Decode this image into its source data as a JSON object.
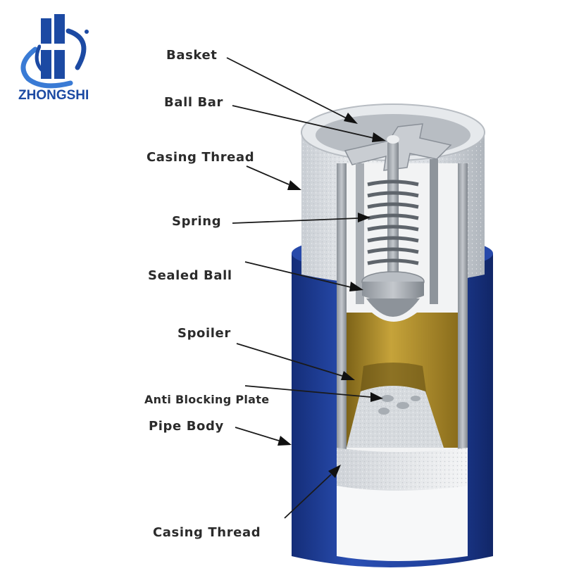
{
  "brand": {
    "name": "ZHONGSHI",
    "colors": {
      "primary": "#1c4aa3",
      "light": "#3a7bd5"
    }
  },
  "diagram": {
    "labels": {
      "basket": "Basket",
      "ball_bar": "Ball Bar",
      "casing_thread_top": "Casing Thread",
      "spring": "Spring",
      "sealed_ball": "Sealed Ball",
      "spoiler": "Spoiler",
      "anti_blocking_plate": "Anti Blocking Plate",
      "pipe_body": "Pipe Body",
      "casing_thread_bottom": "Casing Thread"
    },
    "colors": {
      "pipe_body": "#1f3f9a",
      "casing_thread": "#d7dbe0",
      "inner_metal": "#9aa0a7",
      "spoiler": "#b0902c"
    }
  }
}
